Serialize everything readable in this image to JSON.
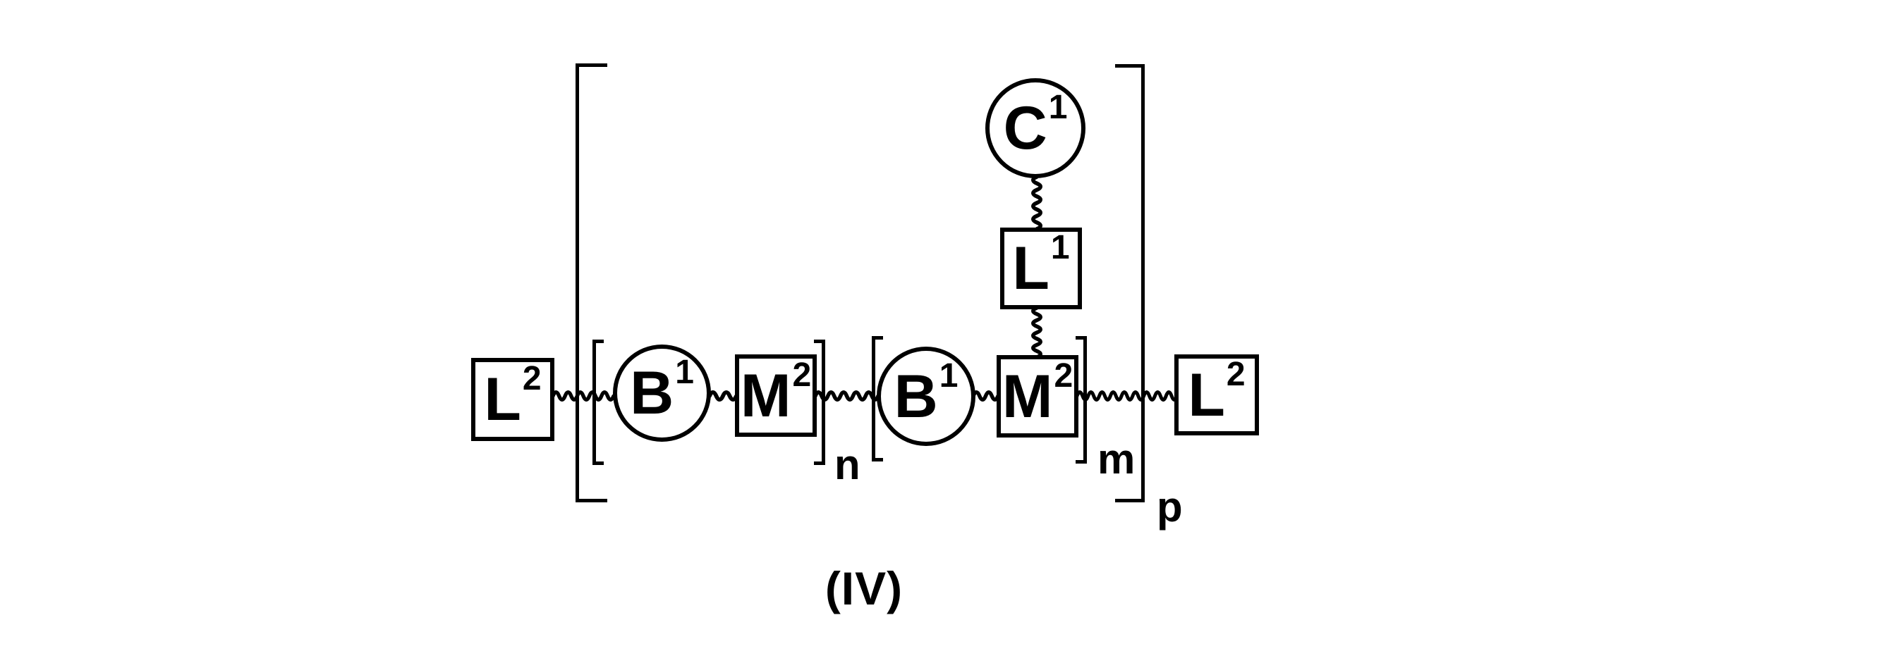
{
  "figure": {
    "formula_label": "(IV)",
    "nodes": {
      "l2_left": {
        "base": "L",
        "sup": "2",
        "shape": "square"
      },
      "b1_first": {
        "base": "B",
        "sup": "1",
        "shape": "circle"
      },
      "m2_first": {
        "base": "M",
        "sup": "2",
        "shape": "square"
      },
      "b1_second": {
        "base": "B",
        "sup": "1",
        "shape": "circle"
      },
      "m2_second": {
        "base": "M",
        "sup": "2",
        "shape": "square"
      },
      "c1": {
        "base": "C",
        "sup": "1",
        "shape": "circle"
      },
      "l1": {
        "base": "L",
        "sup": "1",
        "shape": "square"
      },
      "l2_right": {
        "base": "L",
        "sup": "2",
        "shape": "square"
      }
    },
    "subscripts": {
      "first_repeat": "n",
      "second_repeat": "m",
      "outer_repeat": "p"
    },
    "colors": {
      "ink": "#000000",
      "paper": "#ffffff"
    }
  }
}
